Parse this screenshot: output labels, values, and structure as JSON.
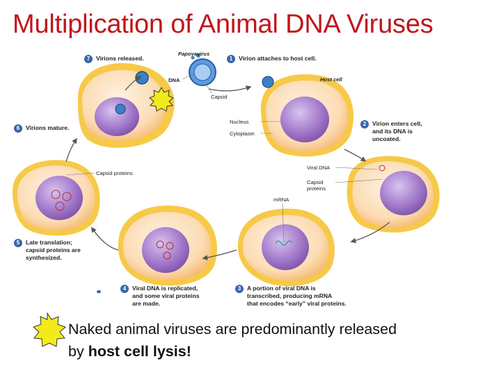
{
  "title": "Multiplication of Animal DNA Viruses",
  "steps": [
    {
      "num": "1",
      "lines": [
        "Virion attaches to host cell."
      ]
    },
    {
      "num": "2",
      "lines": [
        "Virion enters cell,",
        "and its DNA is",
        "uncoated."
      ]
    },
    {
      "num": "3",
      "lines": [
        "A portion of viral DNA is",
        "transcribed, producing mRNA",
        "that encodes “early” viral proteins."
      ]
    },
    {
      "num": "4",
      "lines": [
        "Viral DNA is replicated,",
        "and some viral proteins",
        "are made."
      ]
    },
    {
      "num": "5",
      "lines": [
        "Late translation;",
        "capsid proteins are",
        "synthesized."
      ]
    },
    {
      "num": "6",
      "lines": [
        "Virions mature."
      ]
    },
    {
      "num": "7",
      "lines": [
        "Virions released."
      ]
    }
  ],
  "labels": {
    "papovavirus": "Papovavirus",
    "dna": "DNA",
    "capsid": "Capsid",
    "host_cell": "Host cell",
    "nucleus": "Nucleus",
    "cytoplasm": "Cytoplasm",
    "viral_dna": "Viral DNA",
    "capsid_proteins_2": [
      "Capsid",
      "proteins"
    ],
    "mrna": "mRNA",
    "capsid_proteins_5": "Capsid proteins"
  },
  "caption": {
    "line1": "Naked animal viruses are predominantly released",
    "line2_prefix": "by ",
    "line2_bold": "host cell lysis",
    "line2_suffix": "!"
  },
  "colors": {
    "title": "#c0161c",
    "cell_outer": "#f7c948",
    "cell_inner": "#fde8c8",
    "nucleus": "#9c6fc4",
    "virion": "#3d7fc6",
    "step_badge": "#3a67a8",
    "star": "#f2ea1a",
    "viral_dna": "#2aa39a"
  },
  "icons": [
    "yellow-star-icon",
    "virion-icon",
    "arrow-icon"
  ]
}
